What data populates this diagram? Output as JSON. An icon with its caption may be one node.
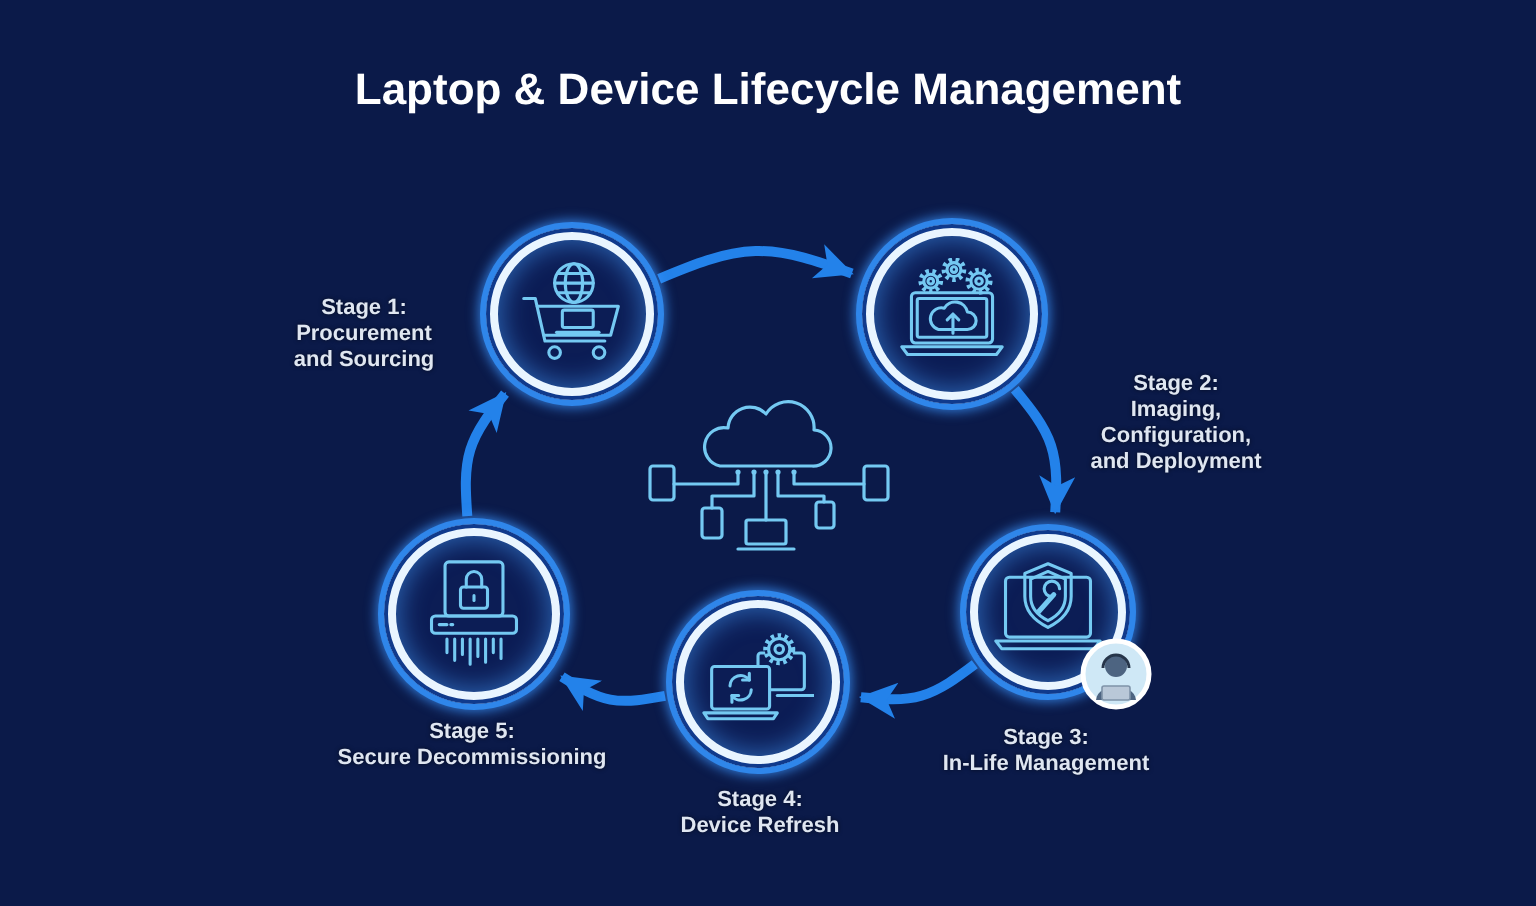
{
  "diagram": {
    "title": "Laptop & Device Lifecycle Management",
    "nodes": [
      {
        "text": [
          "Stage 1:",
          "Procurement and Sourcing"
        ]
      },
      {
        "text": [
          "Stage 2:",
          "Imaging, Configuration, and Deployment"
        ]
      },
      {
        "text": [
          "Stage 3:",
          "In-Life Management"
        ]
      },
      {
        "text": [
          "Stage 4:",
          "Device Refresh"
        ]
      },
      {
        "text": [
          "Stage 5:",
          "Secure Decommissioning"
        ]
      }
    ],
    "edges": [
      {
        "from": 0,
        "to": 1,
        "arrow": "to"
      },
      {
        "from": 1,
        "to": 2,
        "arrow": "to"
      },
      {
        "from": 2,
        "to": 3,
        "arrow": "to"
      },
      {
        "from": 3,
        "to": 4,
        "arrow": "to"
      },
      {
        "from": 4,
        "to": 0,
        "arrow": "to"
      }
    ]
  }
}
